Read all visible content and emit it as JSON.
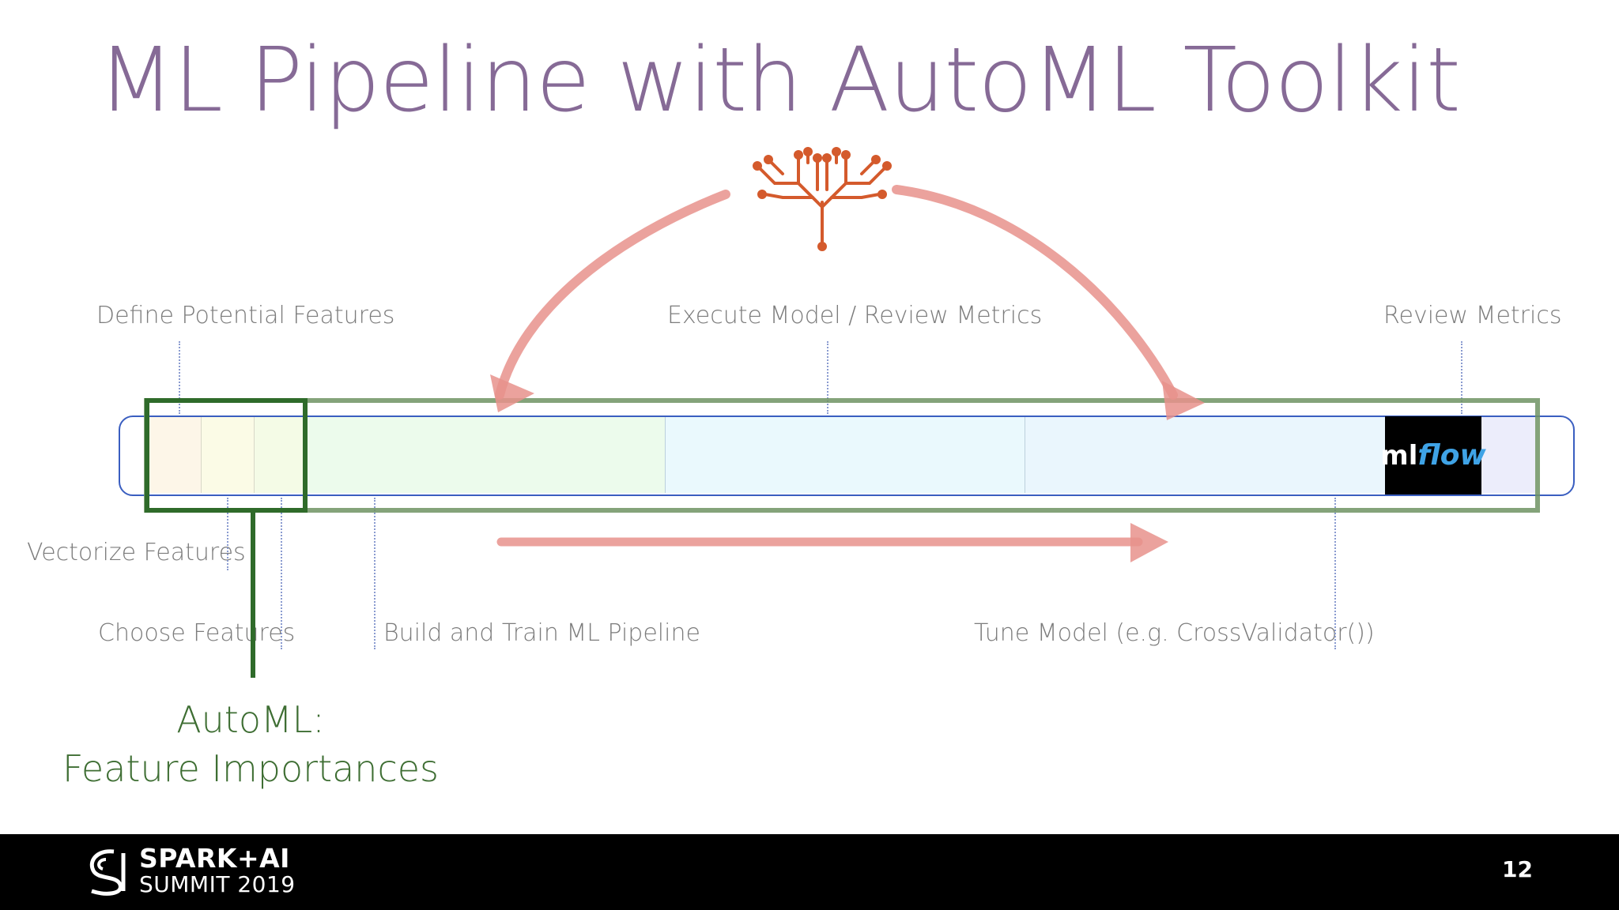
{
  "title": "ML Pipeline with AutoML Toolkit",
  "labels": {
    "define_features": "Define Potential Features",
    "execute_model": "Execute Model / Review Metrics",
    "review_metrics": "Review Metrics",
    "vectorize_features": "Vectorize Features",
    "choose_features": "Choose Features",
    "build_train": "Build and Train ML Pipeline",
    "tune_model": "Tune Model (e.g. CrossValidator())"
  },
  "automl": {
    "line1": "AutoML:",
    "line2": "Feature Importances"
  },
  "mlflow": {
    "ml": "ml",
    "flow": "flow"
  },
  "footer": {
    "logo_line1": "SPARK+AI",
    "logo_line2": "SUMMIT 2019",
    "page_number": "12"
  },
  "icons": {
    "brain": "circuit-brain-icon",
    "logo": "spark-ai-summit-logo"
  },
  "colors": {
    "title": "#866a96",
    "arrow": "#e8928c",
    "highlight_green": "#6e9363",
    "automl_green": "#2f6b2a",
    "pipeline_border": "#3a5ec0",
    "brain": "#d45a2c"
  }
}
